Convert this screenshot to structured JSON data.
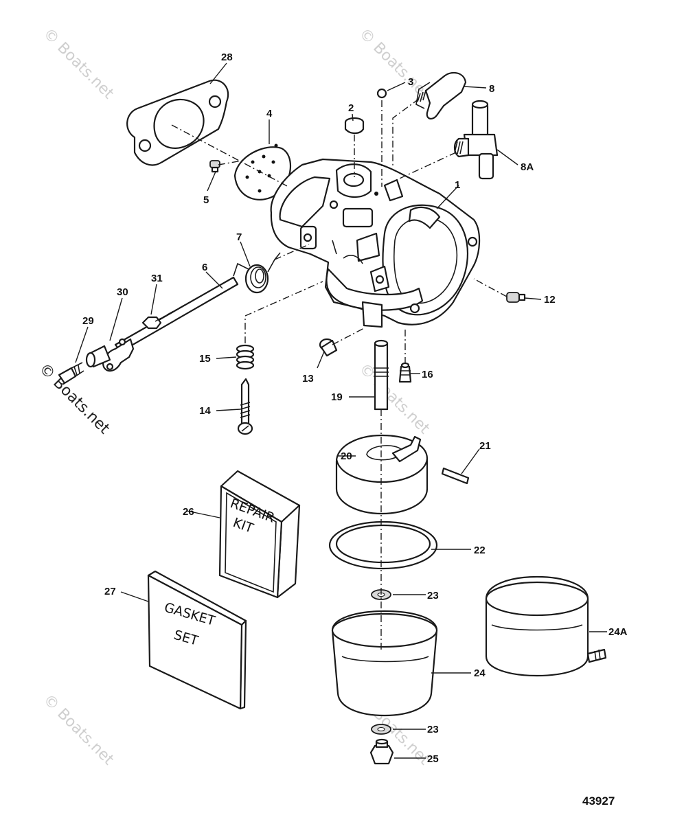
{
  "diagram": {
    "figure_number": "43927",
    "watermark": "© Boats.net",
    "callouts": {
      "c1": "1",
      "c2": "2",
      "c3": "3",
      "c4": "4",
      "c5": "5",
      "c6": "6",
      "c7": "7",
      "c8": "8",
      "c8a": "8A",
      "c12": "12",
      "c13": "13",
      "c14": "14",
      "c15": "15",
      "c16": "16",
      "c19": "19",
      "c20": "20",
      "c21": "21",
      "c22": "22",
      "c23a": "23",
      "c23b": "23",
      "c24": "24",
      "c24a": "24A",
      "c25": "25",
      "c26": "26",
      "c27": "27",
      "c28": "28",
      "c29": "29",
      "c30": "30",
      "c31": "31"
    },
    "repair_kit": {
      "line1": "REPAIR",
      "line2": "KIT"
    },
    "gasket_set": {
      "line1": "GASKET",
      "line2": "SET"
    }
  }
}
